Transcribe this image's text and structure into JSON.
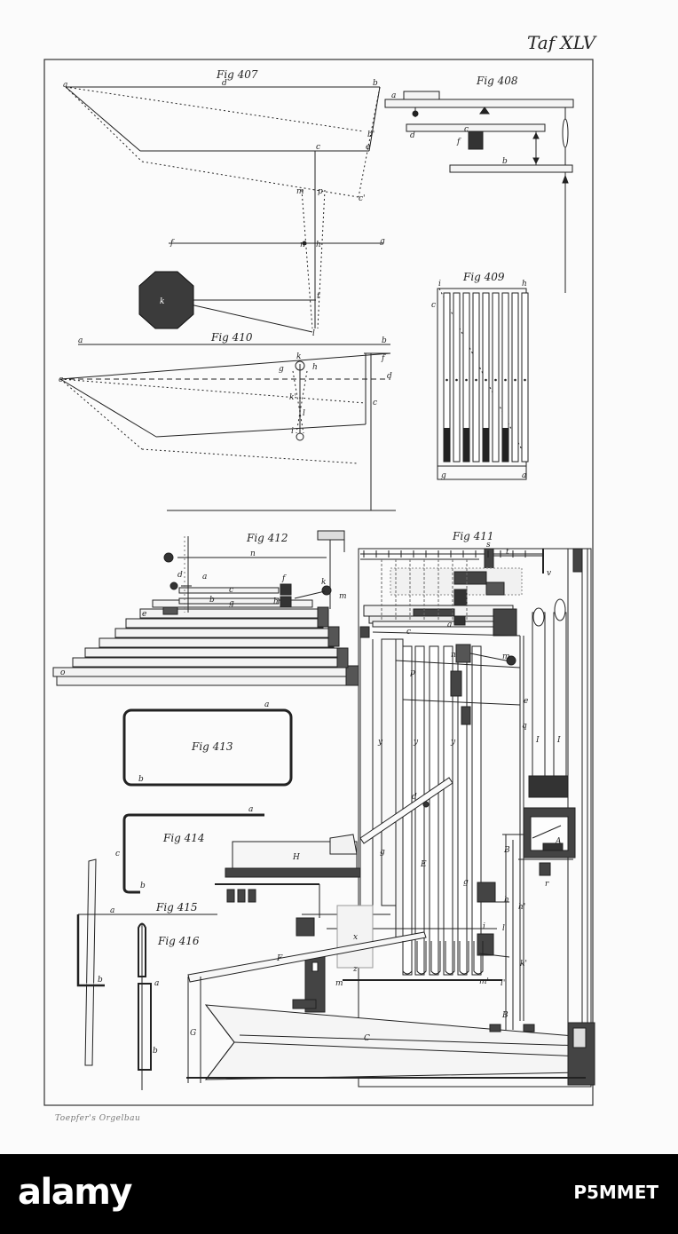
{
  "plate": {
    "title": "Taf XLV",
    "engraver": "Toepfer's Orgelbau"
  },
  "figures": {
    "fig407": "Fig 407",
    "fig408": "Fig 408",
    "fig409": "Fig 409",
    "fig410": "Fig 410",
    "fig411": "Fig 411",
    "fig412": "Fig 412",
    "fig413": "Fig 413",
    "fig414": "Fig 414",
    "fig415": "Fig 415",
    "fig416": "Fig 416"
  },
  "labels": {
    "a": "a",
    "b": "b",
    "c": "c",
    "d": "d",
    "e": "e",
    "f": "f",
    "g": "g",
    "h": "h",
    "i": "i",
    "k": "k",
    "l": "l",
    "m": "m",
    "n": "n",
    "o": "o",
    "p": "p",
    "q": "q",
    "r": "r",
    "s": "s",
    "t": "t",
    "v": "v",
    "x": "x",
    "y": "y",
    "z": "z",
    "b1": "b'",
    "c1": "c'",
    "h1": "h'",
    "k1": "k'",
    "l1": "l'",
    "m1": "m'",
    "A": "A",
    "B": "B",
    "C": "C",
    "E": "E",
    "F": "F",
    "G": "G",
    "H": "H",
    "I": "I"
  },
  "footer": {
    "brand": "alamy",
    "code": "P5MMET"
  }
}
